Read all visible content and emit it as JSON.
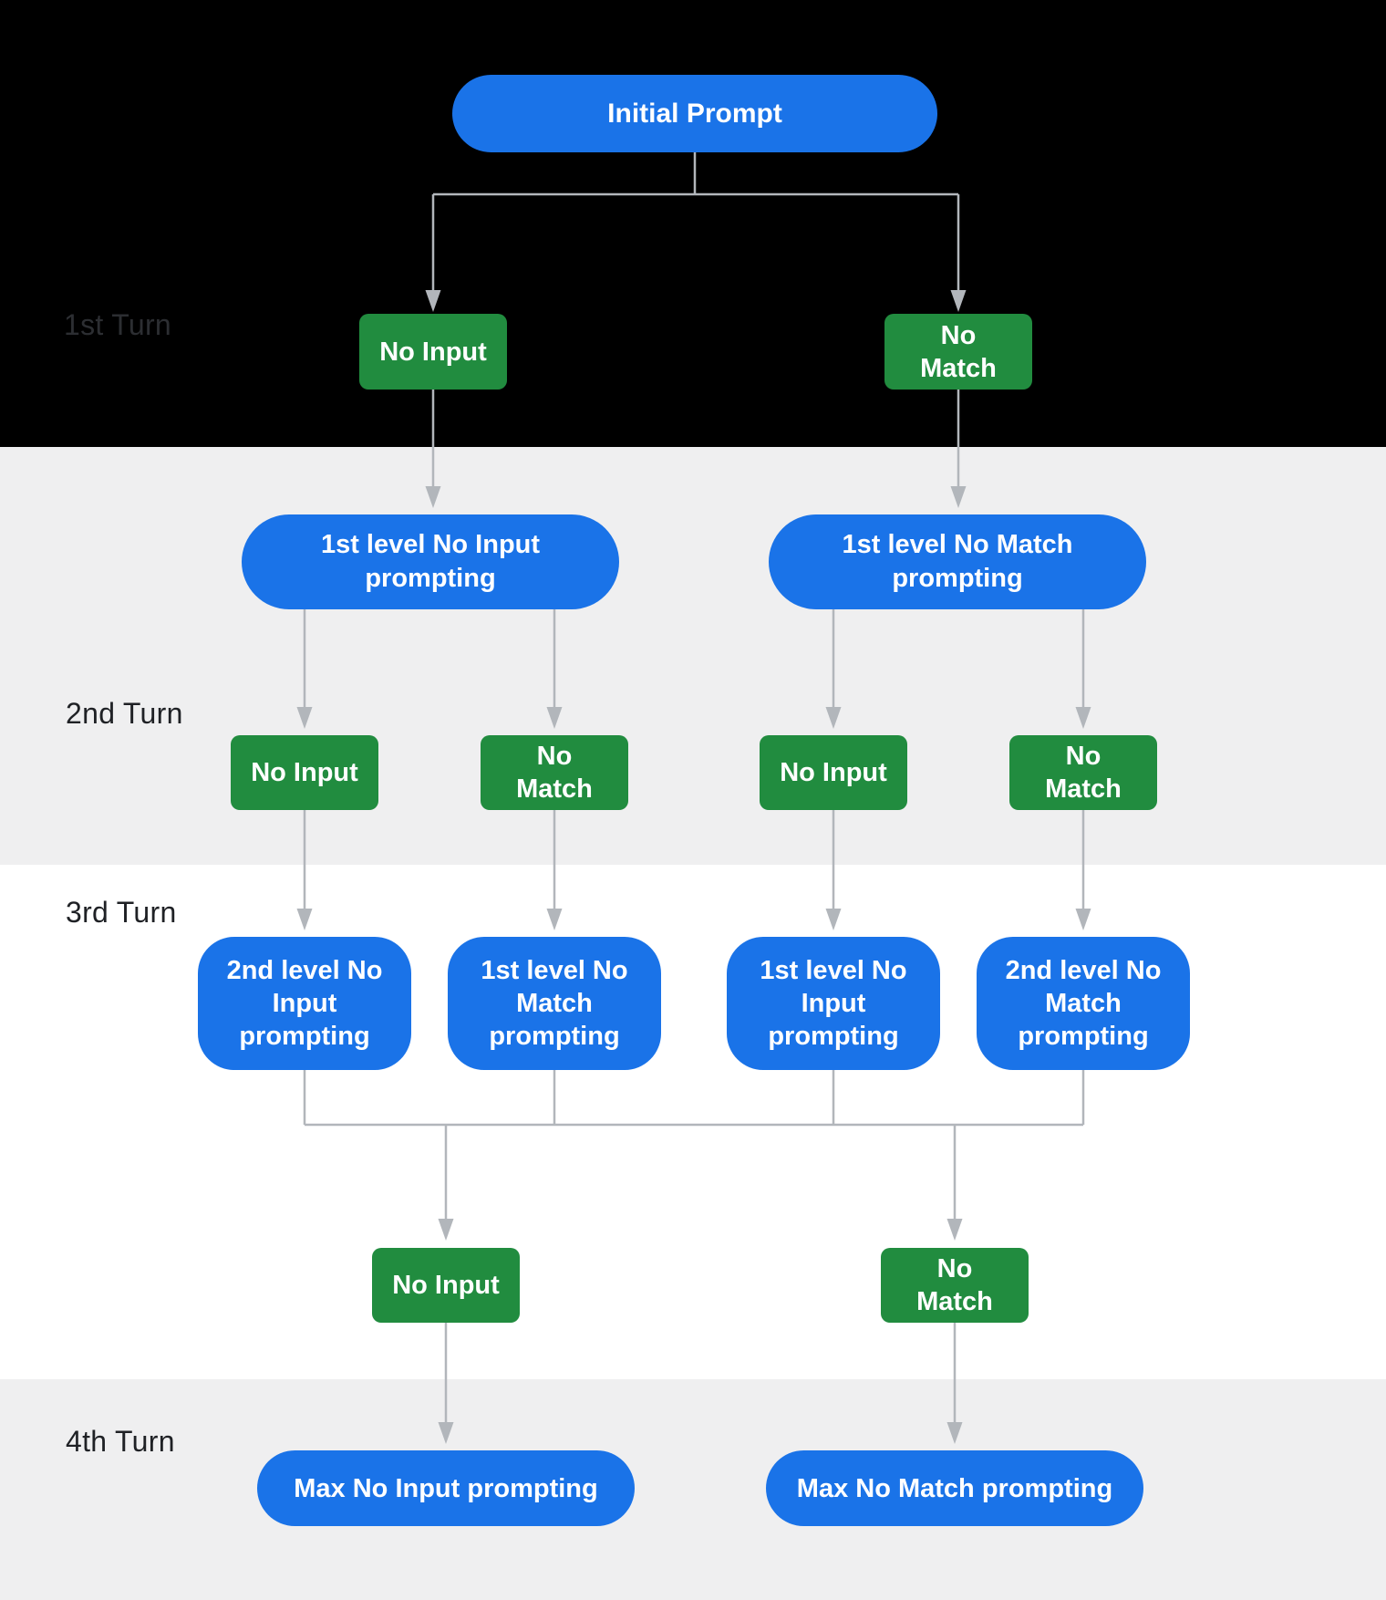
{
  "diagram": {
    "turns": [
      {
        "label": "1st Turn"
      },
      {
        "label": "2nd Turn"
      },
      {
        "label": "3rd Turn"
      },
      {
        "label": "4th Turn"
      }
    ],
    "nodes": [
      {
        "id": "initial-prompt",
        "type": "prompt",
        "label": "Initial Prompt"
      },
      {
        "id": "turn1-no-input",
        "type": "event",
        "label": "No Input"
      },
      {
        "id": "turn1-no-match",
        "type": "event",
        "label": "No Match"
      },
      {
        "id": "level1-no-input-prompting",
        "type": "prompt",
        "label": "1st level No Input prompting"
      },
      {
        "id": "level1-no-match-prompting",
        "type": "prompt",
        "label": "1st level No Match prompting"
      },
      {
        "id": "turn2-a-no-input",
        "type": "event",
        "label": "No Input"
      },
      {
        "id": "turn2-b-no-match",
        "type": "event",
        "label": "No Match"
      },
      {
        "id": "turn2-c-no-input",
        "type": "event",
        "label": "No Input"
      },
      {
        "id": "turn2-d-no-match",
        "type": "event",
        "label": "No Match"
      },
      {
        "id": "level2-no-input-prompting",
        "type": "prompt",
        "label": "2nd level No Input prompting"
      },
      {
        "id": "level1-no-match-prompting-2",
        "type": "prompt",
        "label": "1st level No Match prompting"
      },
      {
        "id": "level1-no-input-prompting-2",
        "type": "prompt",
        "label": "1st level No Input prompting"
      },
      {
        "id": "level2-no-match-prompting",
        "type": "prompt",
        "label": "2nd level No Match prompting"
      },
      {
        "id": "turn3-no-input",
        "type": "event",
        "label": "No Input"
      },
      {
        "id": "turn3-no-match",
        "type": "event",
        "label": "No Match"
      },
      {
        "id": "max-no-input-prompting",
        "type": "prompt",
        "label": "Max No Input prompting"
      },
      {
        "id": "max-no-match-prompting",
        "type": "prompt",
        "label": "Max No Match prompting"
      }
    ]
  },
  "colors": {
    "prompt_blue": "#1a73e8",
    "event_green": "#218c3f",
    "connector_gray": "#b2b6bb",
    "label_dark": "#1f2125",
    "label_on_black": "#2c2e32",
    "section_black": "#000000",
    "section_gray": "#efeff0",
    "section_white": "#ffffff"
  }
}
